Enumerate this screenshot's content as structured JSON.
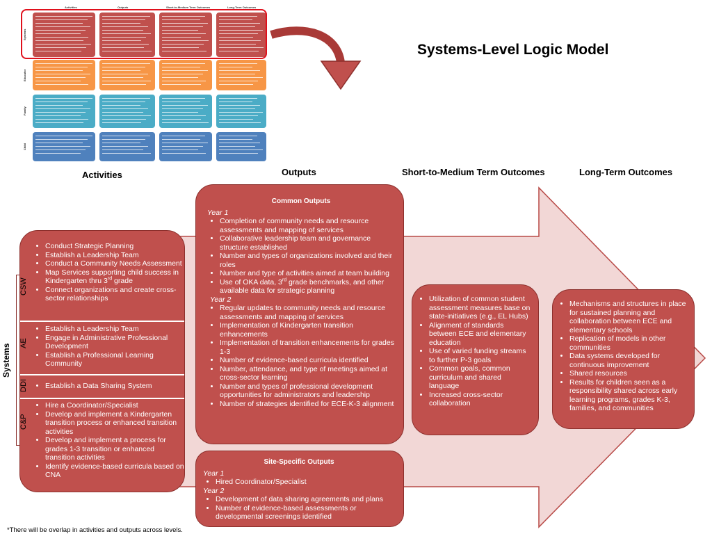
{
  "title": "Systems-Level Logic Model",
  "columns": {
    "activities": "Activities",
    "outputs": "Outputs",
    "short_medium": "Short-to-Medium Term Outcomes",
    "long_term": "Long-Term Outcomes"
  },
  "thumbnail": {
    "headers": [
      "Activities",
      "Outputs",
      "Short-to-Medium Term Outcomes",
      "Long-Term Outcomes"
    ],
    "rows": [
      {
        "label": "Systems",
        "color": "#c0504d"
      },
      {
        "label": "Educator",
        "color": "#f79646"
      },
      {
        "label": "Family",
        "color": "#4bacc6"
      },
      {
        "label": "Child",
        "color": "#4f81bd"
      }
    ]
  },
  "systems_label": "Systems",
  "activities": {
    "csw": {
      "label": "CSW",
      "items": [
        "Conduct Strategic Planning",
        "Establish a Leadership Team",
        "Conduct a Community Needs Assessment",
        "Map Services supporting child success in Kindergarten thru 3rd grade",
        "Connect organizations and create cross-sector relationships"
      ]
    },
    "ae": {
      "label": "AE",
      "items": [
        "Establish a Leadership Team",
        "Engage in Administrative Professional Development",
        "Establish a Professional Learning Community"
      ]
    },
    "ddi": {
      "label": "DDI",
      "items": [
        "Establish a Data Sharing System"
      ]
    },
    "cp": {
      "label": "C&P",
      "items": [
        "Hire a Coordinator/Specialist",
        "Develop and implement a Kindergarten transition process or enhanced transition activities",
        "Develop and implement a process for grades 1-3 transition or enhanced transition activities",
        "Identify evidence-based curricula based on CNA"
      ]
    }
  },
  "common_outputs": {
    "title": "Common Outputs",
    "year1_label": "Year 1",
    "year1": [
      "Completion of community needs and resource assessments and mapping of services",
      "Collaborative leadership team and governance structure established",
      "Number and types of organizations involved and their roles",
      "Number and type of activities aimed at team building",
      "Use of OKA data, 3rd grade benchmarks, and other available data for strategic planning"
    ],
    "year2_label": "Year 2",
    "year2": [
      "Regular updates to community needs and resource assessments and mapping of services",
      "Implementation of Kindergarten transition enhancements",
      "Implementation of transition enhancements for grades 1-3",
      "Number of evidence-based curricula identified",
      "Number, attendance, and type of meetings aimed at cross-sector learning",
      "Number and types of professional development opportunities for administrators and leadership",
      "Number of strategies identified for ECE-K-3 alignment"
    ]
  },
  "site_outputs": {
    "title": "Site-Specific Outputs",
    "year1_label": "Year 1",
    "year1": [
      "Hired Coordinator/Specialist"
    ],
    "year2_label": "Year 2",
    "year2": [
      "Development of data sharing agreements and plans",
      "Number of evidence-based assessments or developmental screenings identified"
    ]
  },
  "short_medium_outcomes": [
    "Utilization of common student assessment measures base on state-initiatives (e.g., EL Hubs)",
    "Alignment of standards between ECE and elementary education",
    "Use of varied funding streams to further P-3 goals",
    "Common goals, common curriculum and shared language",
    "Increased cross-sector collaboration"
  ],
  "long_term_outcomes": [
    "Mechanisms and structures in place for sustained planning and collaboration between ECE and elementary schools",
    "Replication of models in other communities",
    "Data systems developed for continuous improvement",
    "Shared resources",
    "Results for children seen as a responsibility shared across early learning programs, grades K-3, families, and communities"
  ],
  "footnote": "*There will be overlap in activities and outputs across levels.",
  "colors": {
    "box": "#c0504d",
    "box_border": "#8c2f2c",
    "arrow_fill": "#f2d7d6",
    "highlight": "#e0101c"
  }
}
